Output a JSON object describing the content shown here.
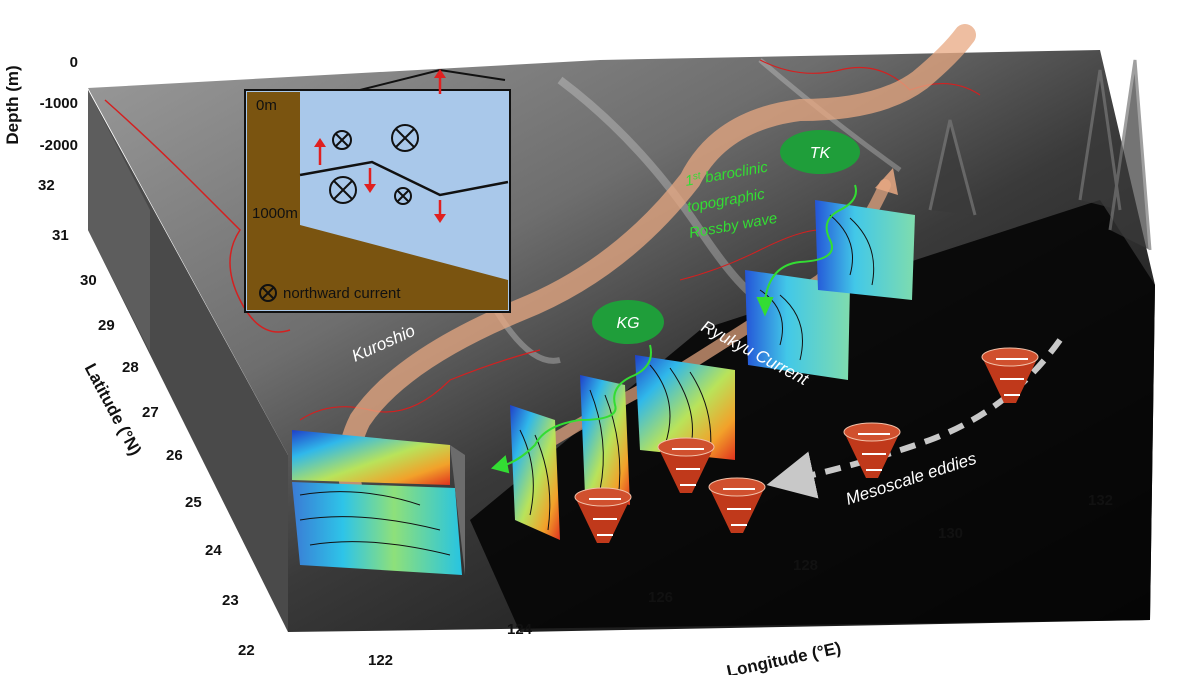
{
  "axes": {
    "depth_title": "Depth (m)",
    "depth_ticks": [
      "0",
      "-1000",
      "-2000"
    ],
    "latitude_title": "Latitude (°N)",
    "latitude_ticks": [
      "32",
      "31",
      "30",
      "29",
      "28",
      "27",
      "26",
      "25",
      "24",
      "23",
      "22"
    ],
    "longitude_title": "Longitude (°E)",
    "longitude_ticks": [
      "122",
      "124",
      "126",
      "128",
      "130",
      "132"
    ]
  },
  "labels": {
    "kuroshio": "Kuroshio",
    "ryukyu_current": "Ryukyu Current",
    "mesoscale_eddies": "Mesoscale eddies",
    "rossby_line1_sup": "st",
    "rossby_line1_num": "1",
    "rossby_line1_rest": " baroclinic",
    "rossby_line2": "topographic",
    "rossby_line3": "Rossby wave",
    "tk": "TK",
    "kg": "KG"
  },
  "inset": {
    "depth_top": "0m",
    "depth_bottom": "1000m",
    "legend": "northward current"
  },
  "colors": {
    "kuroshio_path": "#e8a882",
    "rossby_green": "#33dd33",
    "oval_green": "#1f9e3a",
    "eddy_red": "#c0391b",
    "arrow_red": "#e02020",
    "inset_water": "#a9c8ea",
    "inset_land": "#7a5410",
    "coast_red": "#d42020"
  }
}
